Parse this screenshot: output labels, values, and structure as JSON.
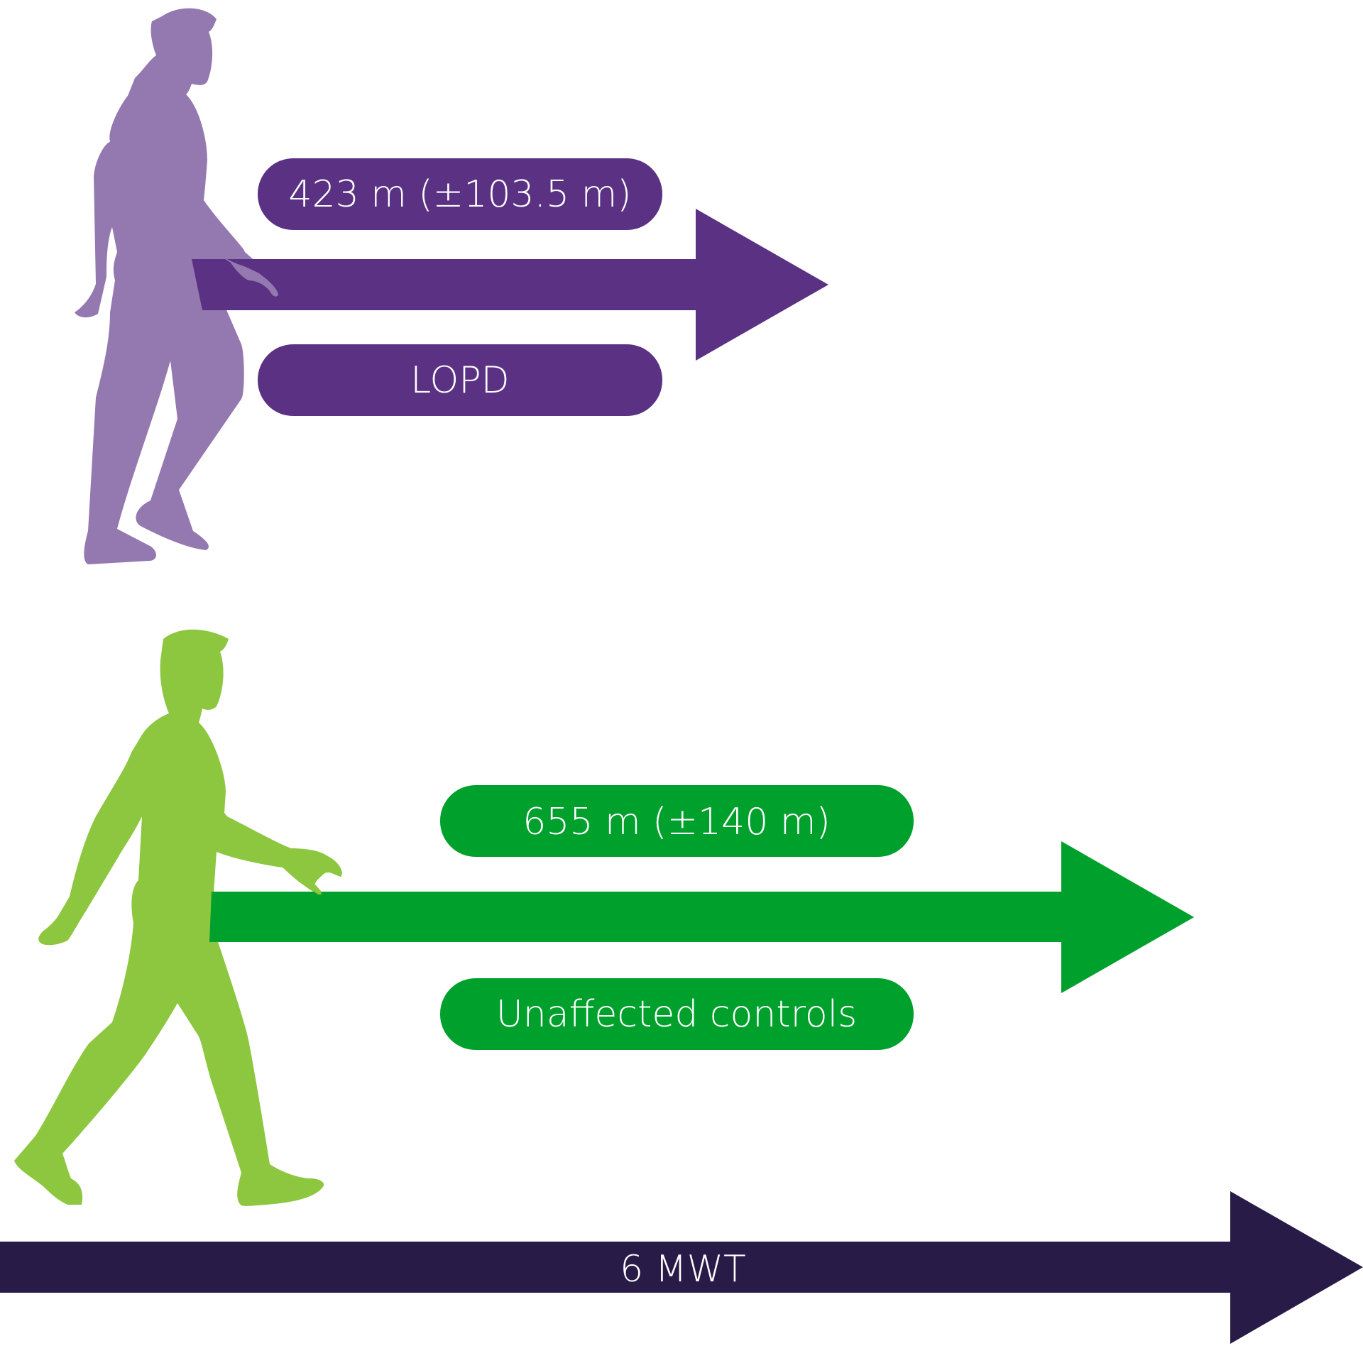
{
  "colors": {
    "lopd_dark": "#5B3283",
    "lopd_light": "#9479B0",
    "control_dark": "#00A02D",
    "control_light": "#8DC63F",
    "axis": "#281B48",
    "text": "#FFFFFF"
  },
  "groups": [
    {
      "name": "LOPD",
      "label": "LOPD",
      "distance_label": "423 m (±103.5 m)",
      "distance_m": 423,
      "sd_m": 103.5
    },
    {
      "name": "Unaffected controls",
      "label": "Unaffected controls",
      "distance_label": "655 m (±140 m)",
      "distance_m": 655,
      "sd_m": 140
    }
  ],
  "axis": {
    "label": "6 MWT"
  },
  "icons": [
    "walking-person-icon",
    "walking-person-icon"
  ]
}
